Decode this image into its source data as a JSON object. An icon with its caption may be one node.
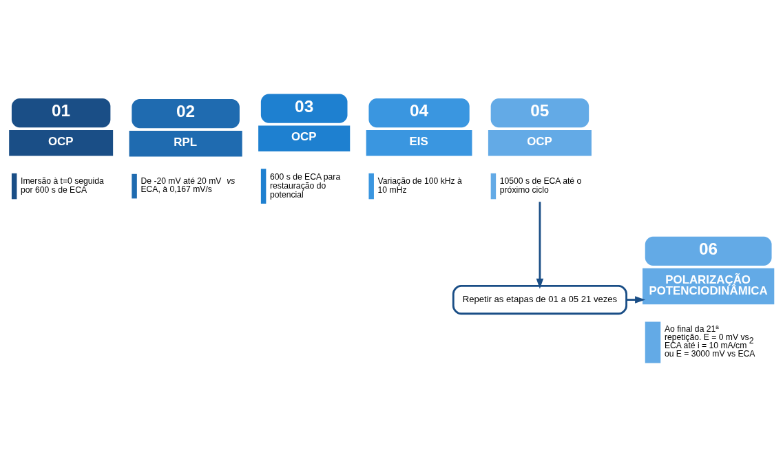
{
  "diagram": {
    "nodes": [
      {
        "text": [
          "01",
          "OCP",
          "Imersão à t=0 seguida por 600 s de ECA"
        ]
      },
      {
        "text": [
          "02",
          "RPL",
          "De -20 mV até 20 mV *vs* ECA, à 0,167 mV/s"
        ]
      },
      {
        "text": [
          "03",
          "OCP",
          "600 s de ECA para restauração do potencial"
        ]
      },
      {
        "text": [
          "04",
          "EIS",
          "Variação de 100 kHz à 10 mHz"
        ]
      },
      {
        "text": [
          "05",
          "OCP",
          "10500 s de ECA até o próximo ciclo"
        ]
      },
      {
        "text": [
          "06",
          "POLARIZAÇÃO POTENCIODINÂMICA",
          "Ao final da 21ª repetição. E = 0 mV vs ECA até i = 10 mA/cm$^{2}$ ou E = 3000 mV vs ECA"
        ]
      },
      {
        "text": [
          "Repetir as etapas de 01 a 05 21 vezes"
        ]
      }
    ],
    "edges": [
      {
        "from": 4,
        "to": 6,
        "arrow": "to"
      },
      {
        "from": 6,
        "to": 5,
        "arrow": "to"
      }
    ]
  }
}
